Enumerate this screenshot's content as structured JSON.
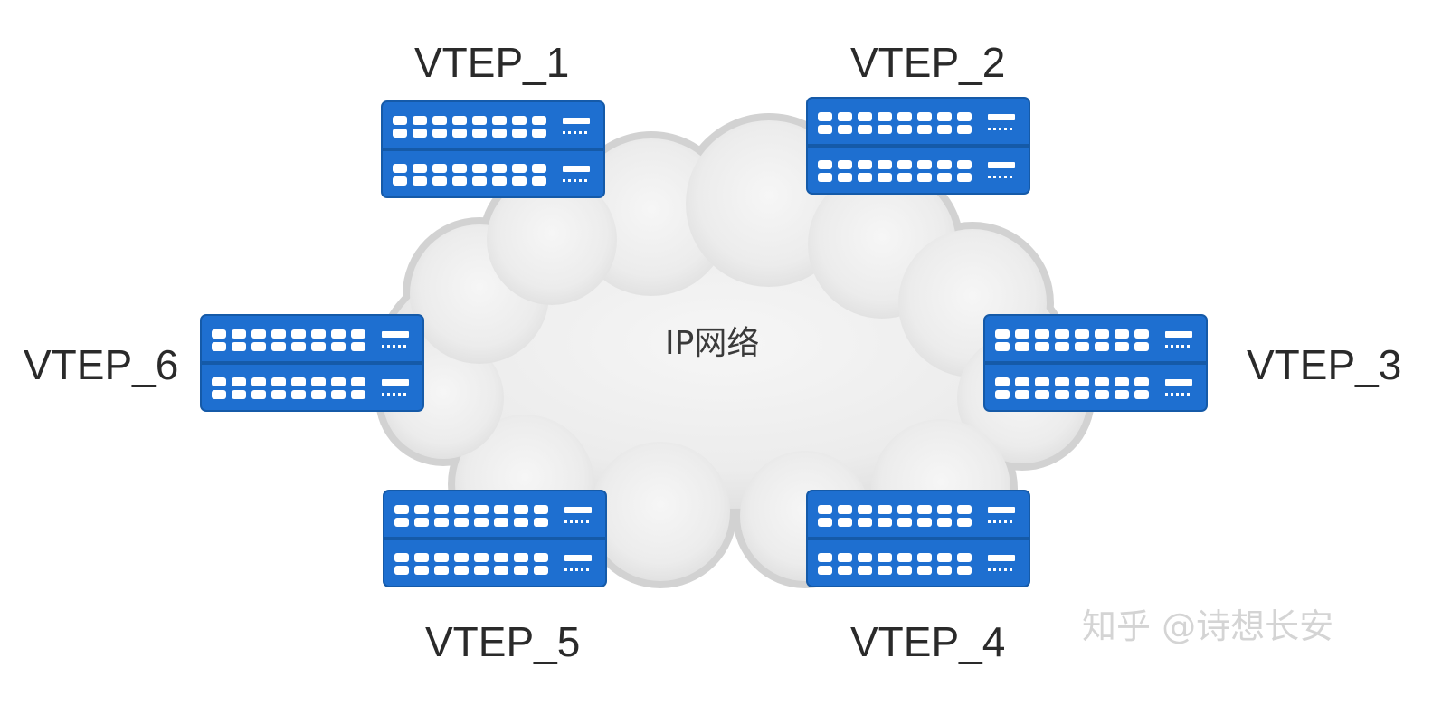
{
  "network": {
    "label": "IP网络"
  },
  "vteps": [
    {
      "id": "vtep-1",
      "label": "VTEP_1"
    },
    {
      "id": "vtep-2",
      "label": "VTEP_2"
    },
    {
      "id": "vtep-3",
      "label": "VTEP_3"
    },
    {
      "id": "vtep-4",
      "label": "VTEP_4"
    },
    {
      "id": "vtep-5",
      "label": "VTEP_5"
    },
    {
      "id": "vtep-6",
      "label": "VTEP_6"
    }
  ],
  "watermark": {
    "text": "知乎 @诗想长安"
  },
  "colors": {
    "switch_body": "#1e6fd0",
    "switch_edge": "#155aa8",
    "port": "#ffffff",
    "cloud_fill": "#ebebeb",
    "cloud_edge": "#d2d2d2"
  }
}
